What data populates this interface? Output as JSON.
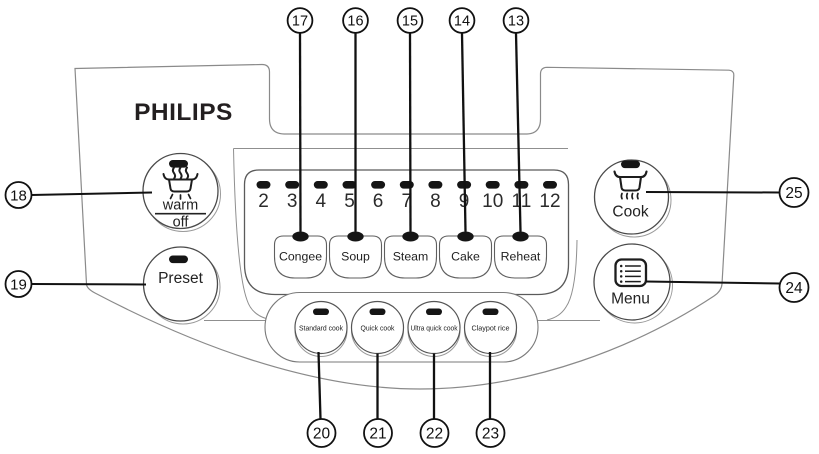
{
  "logo": "PHILIPS",
  "hours": [
    "2",
    "3",
    "4",
    "5",
    "6",
    "7",
    "8",
    "9",
    "10",
    "11",
    "12"
  ],
  "program_buttons": [
    "Congee",
    "Soup",
    "Steam",
    "Cake",
    "Reheat"
  ],
  "cook_buttons": [
    "Standard cook",
    "Quick cook",
    "Ultra quick cook",
    "Claypot rice"
  ],
  "left_buttons": {
    "warm": "warm",
    "off": "off",
    "preset": "Preset"
  },
  "right_buttons": {
    "cook": "Cook",
    "menu": "Menu"
  },
  "callouts": {
    "top": [
      "17",
      "16",
      "15",
      "14",
      "13"
    ],
    "left": [
      "18",
      "19"
    ],
    "right": [
      "25",
      "24"
    ],
    "bottom": [
      "20",
      "21",
      "22",
      "23"
    ]
  },
  "colors": {
    "outline": "#8a8a8a",
    "panel_stroke": "#5a5a5a",
    "callout": "#111111",
    "led": "#151515",
    "label_text": "#222222"
  }
}
